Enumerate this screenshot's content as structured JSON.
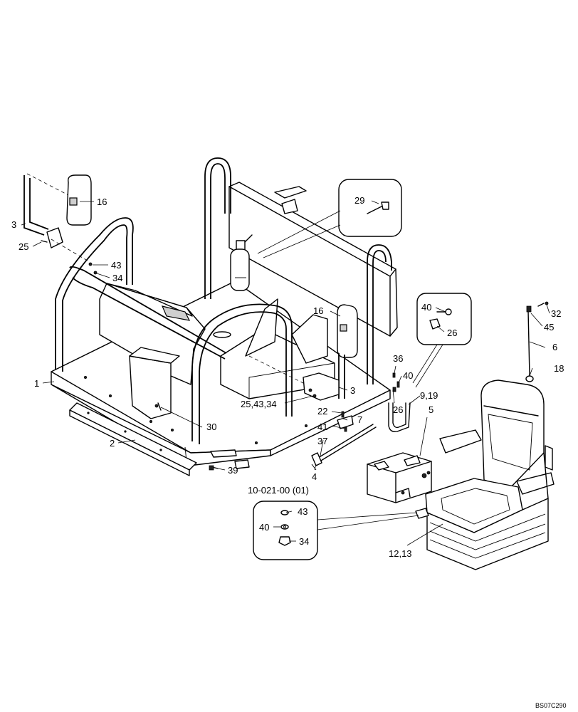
{
  "callouts": {
    "c16a": "16",
    "c3a": "3",
    "c25a": "25",
    "c43a": "43",
    "c34a": "34",
    "c29": "29",
    "c16b": "16",
    "c40a": "40",
    "c26a": "26",
    "c32": "32",
    "c45": "45",
    "c6": "6",
    "c18": "18",
    "c1": "1",
    "c36": "36",
    "c40b": "40",
    "c26b": "26",
    "c919": "9,19",
    "c5": "5",
    "c3b": "3",
    "c254334": "25,43,34",
    "c22": "22",
    "c7": "7",
    "c41": "41",
    "c37": "37",
    "c30": "30",
    "c2": "2",
    "c39": "39",
    "c4": "4",
    "cref": "10-021-00 (01)",
    "c43b": "43",
    "c40c": "40",
    "c34b": "34",
    "c1213": "12,13"
  },
  "figure_code": "BS07C290"
}
